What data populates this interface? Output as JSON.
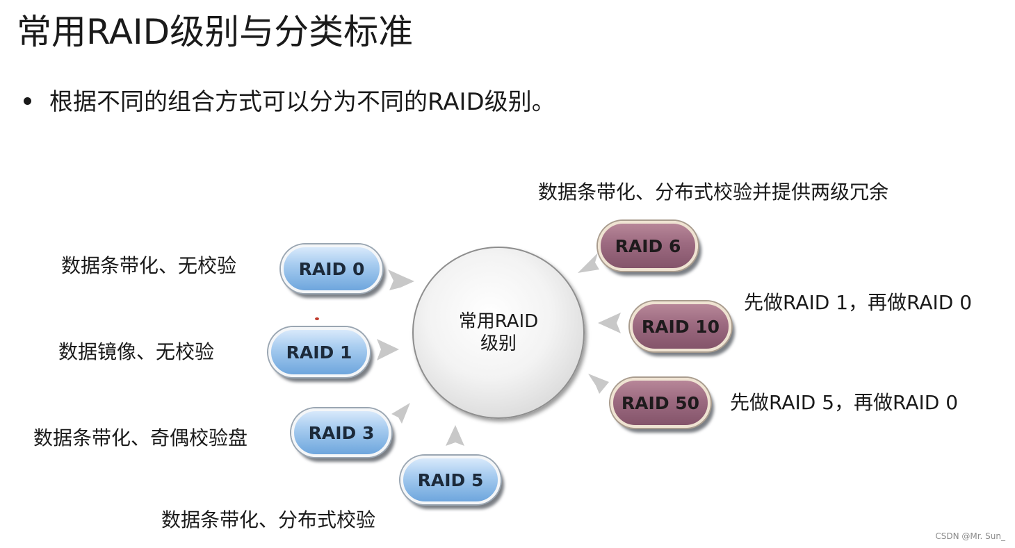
{
  "slide": {
    "title": "常用RAID级别与分类标准",
    "bullet": "根据不同的组合方式可以分为不同的RAID级别。"
  },
  "diagram": {
    "hub": {
      "line1": "常用RAID",
      "line2": "级别"
    },
    "levels": [
      {
        "id": "raid0",
        "label": "RAID 0",
        "caption": "数据条带化、无校验",
        "color": "blue"
      },
      {
        "id": "raid1",
        "label": "RAID 1",
        "caption": "数据镜像、无校验",
        "color": "blue"
      },
      {
        "id": "raid3",
        "label": "RAID 3",
        "caption": "数据条带化、奇偶校验盘",
        "color": "blue"
      },
      {
        "id": "raid5",
        "label": "RAID 5",
        "caption": "数据条带化、分布式校验",
        "color": "blue"
      },
      {
        "id": "raid6",
        "label": "RAID 6",
        "caption": "数据条带化、分布式校验并提供两级冗余",
        "color": "mauve"
      },
      {
        "id": "raid10",
        "label": "RAID 10",
        "caption": "先做RAID 1，再做RAID 0",
        "color": "mauve"
      },
      {
        "id": "raid50",
        "label": "RAID 50",
        "caption": "先做RAID 5，再做RAID 0",
        "color": "mauve"
      }
    ],
    "colors": {
      "blue": "#8fbbe8",
      "mauve": "#9c6a80",
      "arrow": "#c9c9c9"
    }
  },
  "watermark": "CSDN @Mr. Sun_"
}
